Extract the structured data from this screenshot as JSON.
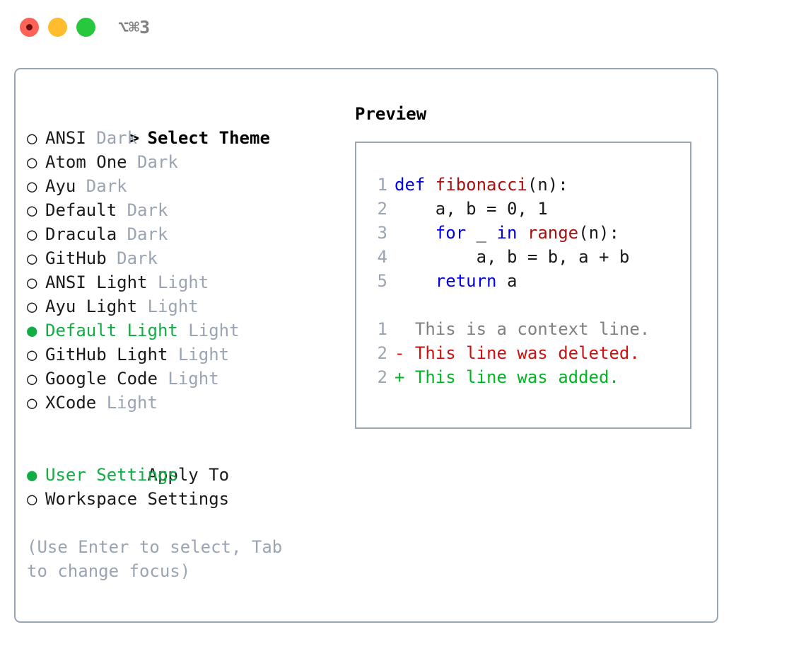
{
  "window": {
    "traffic_lights": [
      "close",
      "minimize",
      "maximize"
    ],
    "shortcut": "⌥⌘3",
    "colors": {
      "close": "#ff6257",
      "minimize": "#ffbd2d",
      "maximize": "#28c83e",
      "border": "#9aa5b4",
      "accent_green": "#11ac44",
      "muted": "#9aa4b2"
    }
  },
  "theme_selector": {
    "header": "> Select Theme",
    "header_prefix": ">",
    "header_label": "Select Theme",
    "marker_selected": "●",
    "marker_unselected": "○",
    "items": [
      {
        "name": "ANSI",
        "category": "Dark",
        "selected": false
      },
      {
        "name": "Atom One",
        "category": "Dark",
        "selected": false
      },
      {
        "name": "Ayu",
        "category": "Dark",
        "selected": false
      },
      {
        "name": "Default",
        "category": "Dark",
        "selected": false
      },
      {
        "name": "Dracula",
        "category": "Dark",
        "selected": false
      },
      {
        "name": "GitHub",
        "category": "Dark",
        "selected": false
      },
      {
        "name": "ANSI Light",
        "category": "Light",
        "selected": false
      },
      {
        "name": "Ayu Light",
        "category": "Light",
        "selected": false
      },
      {
        "name": "Default Light",
        "category": "Light",
        "selected": true
      },
      {
        "name": "GitHub Light",
        "category": "Light",
        "selected": false
      },
      {
        "name": "Google Code",
        "category": "Light",
        "selected": false
      },
      {
        "name": "XCode",
        "category": "Light",
        "selected": false
      }
    ]
  },
  "apply_to": {
    "header": "Apply To",
    "options": [
      {
        "label": "User Settings",
        "selected": true
      },
      {
        "label": "Workspace Settings",
        "selected": false
      }
    ]
  },
  "hint": "(Use Enter to select, Tab to change focus)",
  "preview": {
    "title": "Preview",
    "code_lines": [
      {
        "number": "1",
        "tokens": [
          {
            "text": "def ",
            "kind": "kw"
          },
          {
            "text": "fibonacci",
            "kind": "fn"
          },
          {
            "text": "(n):",
            "kind": "txt"
          }
        ]
      },
      {
        "number": "2",
        "tokens": [
          {
            "text": "    a, b = 0, 1",
            "kind": "txt"
          }
        ]
      },
      {
        "number": "3",
        "tokens": [
          {
            "text": "    ",
            "kind": "txt"
          },
          {
            "text": "for",
            "kind": "kw"
          },
          {
            "text": " _ ",
            "kind": "txt"
          },
          {
            "text": "in",
            "kind": "kw"
          },
          {
            "text": " ",
            "kind": "txt"
          },
          {
            "text": "range",
            "kind": "fn"
          },
          {
            "text": "(n):",
            "kind": "txt"
          }
        ]
      },
      {
        "number": "4",
        "tokens": [
          {
            "text": "        a, b = b, a + b",
            "kind": "txt"
          }
        ]
      },
      {
        "number": "5",
        "tokens": [
          {
            "text": "    ",
            "kind": "txt"
          },
          {
            "text": "return",
            "kind": "kw"
          },
          {
            "text": " a",
            "kind": "txt"
          }
        ]
      }
    ],
    "diff_lines": [
      {
        "number": "1",
        "text": "  This is a context line.",
        "kind": "ctx"
      },
      {
        "number": "2",
        "text": "- This line was deleted.",
        "kind": "del"
      },
      {
        "number": "2",
        "text": "+ This line was added.",
        "kind": "add"
      }
    ]
  }
}
